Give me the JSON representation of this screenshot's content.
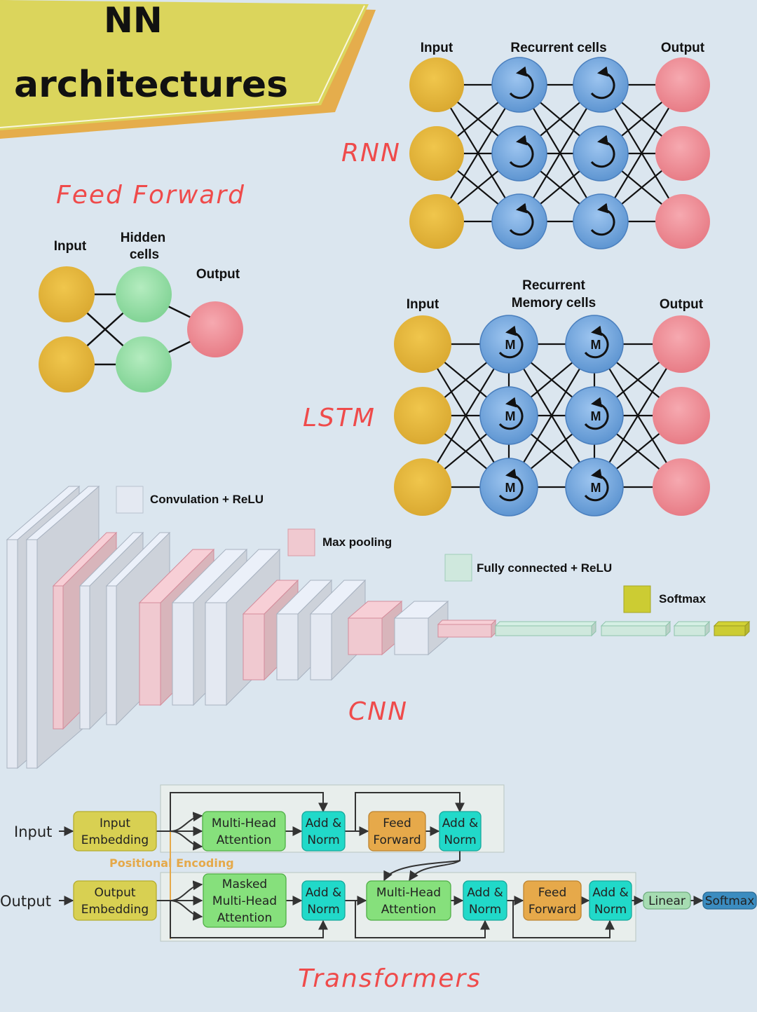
{
  "title": {
    "line1": "NN",
    "line2": "architectures"
  },
  "colors": {
    "background": "#dbe6ef",
    "banner": "#dbd55c",
    "banner_shadow": "#e5ad4c",
    "input_node": "#e3b53a",
    "hidden_node": "#93dba3",
    "output_node": "#ef8f97",
    "recurrent_node": "#6fa6dc",
    "section_title": "#ef4b4b",
    "conv": "#e4e9f2",
    "pool": "#f0c9d0",
    "fc": "#cfe8dd",
    "softmax": "#cccc33"
  },
  "feed_forward": {
    "title": "Feed Forward",
    "input_label": "Input",
    "hidden_label": "Hidden cells",
    "output_label": "Output"
  },
  "rnn": {
    "title": "RNN",
    "input_label": "Input",
    "recurrent_label": "Recurrent cells",
    "output_label": "Output"
  },
  "lstm": {
    "title": "LSTM",
    "input_label": "Input",
    "memory_label": "Recurrent Memory cells",
    "output_label": "Output",
    "cell_letter": "M"
  },
  "cnn": {
    "title": "CNN",
    "legend": [
      {
        "label": "Convulation + ReLU",
        "kind": "conv"
      },
      {
        "label": "Max pooling",
        "kind": "pool"
      },
      {
        "label": "Fully connected + ReLU",
        "kind": "fc"
      },
      {
        "label": "Softmax",
        "kind": "softmax"
      }
    ]
  },
  "transformers": {
    "title": "Transformers",
    "input_label": "Input",
    "output_label": "Output",
    "positional_encoding": "Positional Encoding",
    "encoder": {
      "embedding": "Input Embedding",
      "attention": "Multi-Head Attention",
      "add_norm_1": "Add & Norm",
      "feed_forward": "Feed Forward",
      "add_norm_2": "Add & Norm"
    },
    "decoder": {
      "embedding": "Output Embedding",
      "masked_attention": "Masked Multi-Head Attention",
      "add_norm_1": "Add & Norm",
      "cross_attention": "Multi-Head Attention",
      "add_norm_2": "Add & Norm",
      "feed_forward": "Feed Forward",
      "add_norm_3": "Add & Norm",
      "linear": "Linear",
      "softmax": "Softmax"
    }
  }
}
